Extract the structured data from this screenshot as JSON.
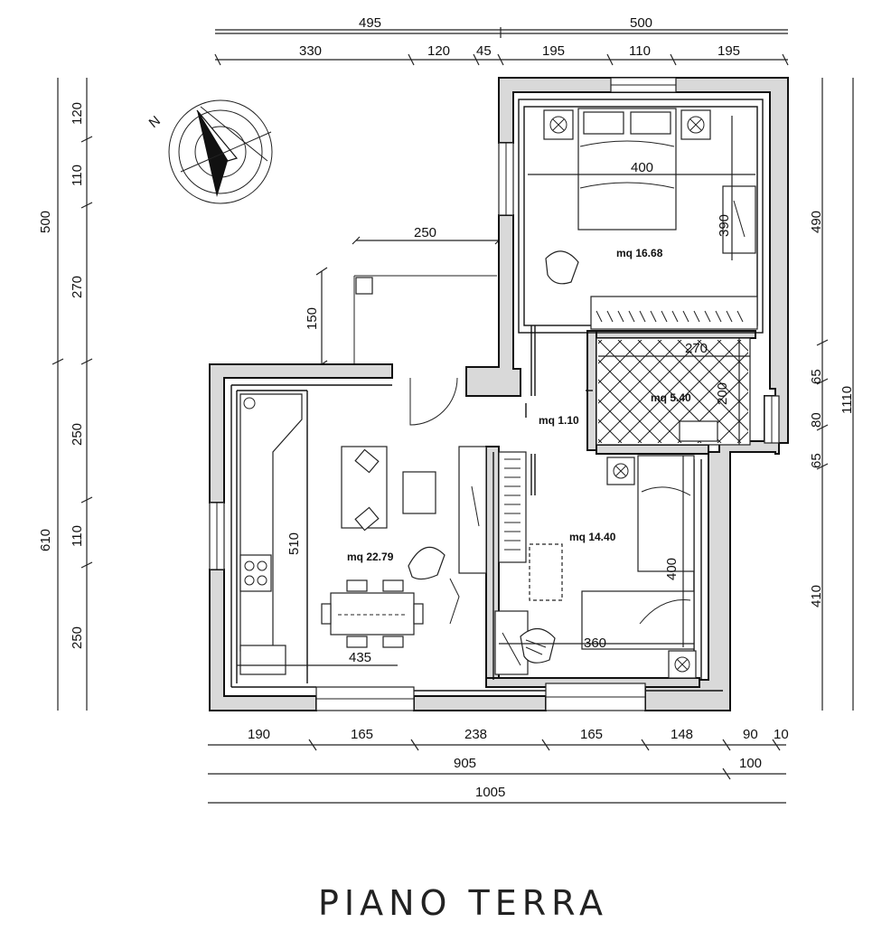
{
  "title": "PIANO TERRA",
  "north_label": "N",
  "dimensions": {
    "top_overall": [
      "495",
      "500"
    ],
    "top_detail": [
      "330",
      "120",
      "45",
      "195",
      "110",
      "195"
    ],
    "left_overall": [
      "500",
      "610"
    ],
    "left_detail": [
      "120",
      "110",
      "270",
      "250",
      "110",
      "250"
    ],
    "right_overall": "1110",
    "right_detail": [
      "490",
      "65",
      "80",
      "65",
      "410"
    ],
    "bottom_detail": [
      "190",
      "165",
      "238",
      "165",
      "148",
      "90",
      "10"
    ],
    "bottom_overall": [
      "905",
      "100"
    ],
    "bottom_total": "1005",
    "porch": [
      "250",
      "150"
    ]
  },
  "rooms": {
    "bedroom_1": {
      "area": "mq 16.68",
      "width": "400",
      "depth": "390"
    },
    "bathroom": {
      "area": "mq 5.40",
      "width": "270",
      "depth": "200"
    },
    "hall": {
      "area": "mq 1.10"
    },
    "living": {
      "area": "mq 22.79",
      "width": "435",
      "depth": "510"
    },
    "bedroom_2": {
      "area": "mq 14.40",
      "width": "360",
      "depth": "400"
    }
  }
}
